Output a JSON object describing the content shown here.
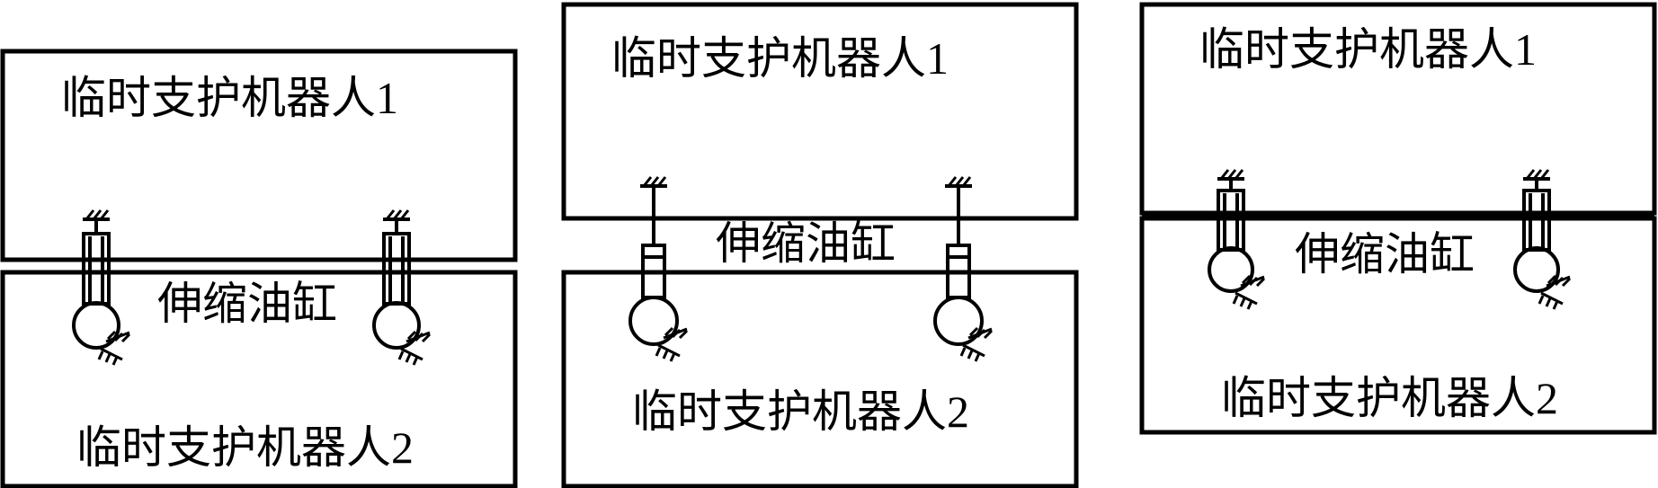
{
  "panels": [
    {
      "robot_top_label": "临时支护机器人1",
      "robot_bottom_label": "临时支护机器人2",
      "cylinder_label": "伸缩油缸"
    },
    {
      "robot_top_label": "临时支护机器人1",
      "robot_bottom_label": "临时支护机器人2",
      "cylinder_label": "伸缩油缸"
    },
    {
      "robot_top_label": "临时支护机器人1",
      "robot_bottom_label": "临时支护机器人2",
      "cylinder_label": "伸缩油缸"
    }
  ],
  "colors": {
    "stroke": "#000000",
    "background": "#ffffff"
  }
}
